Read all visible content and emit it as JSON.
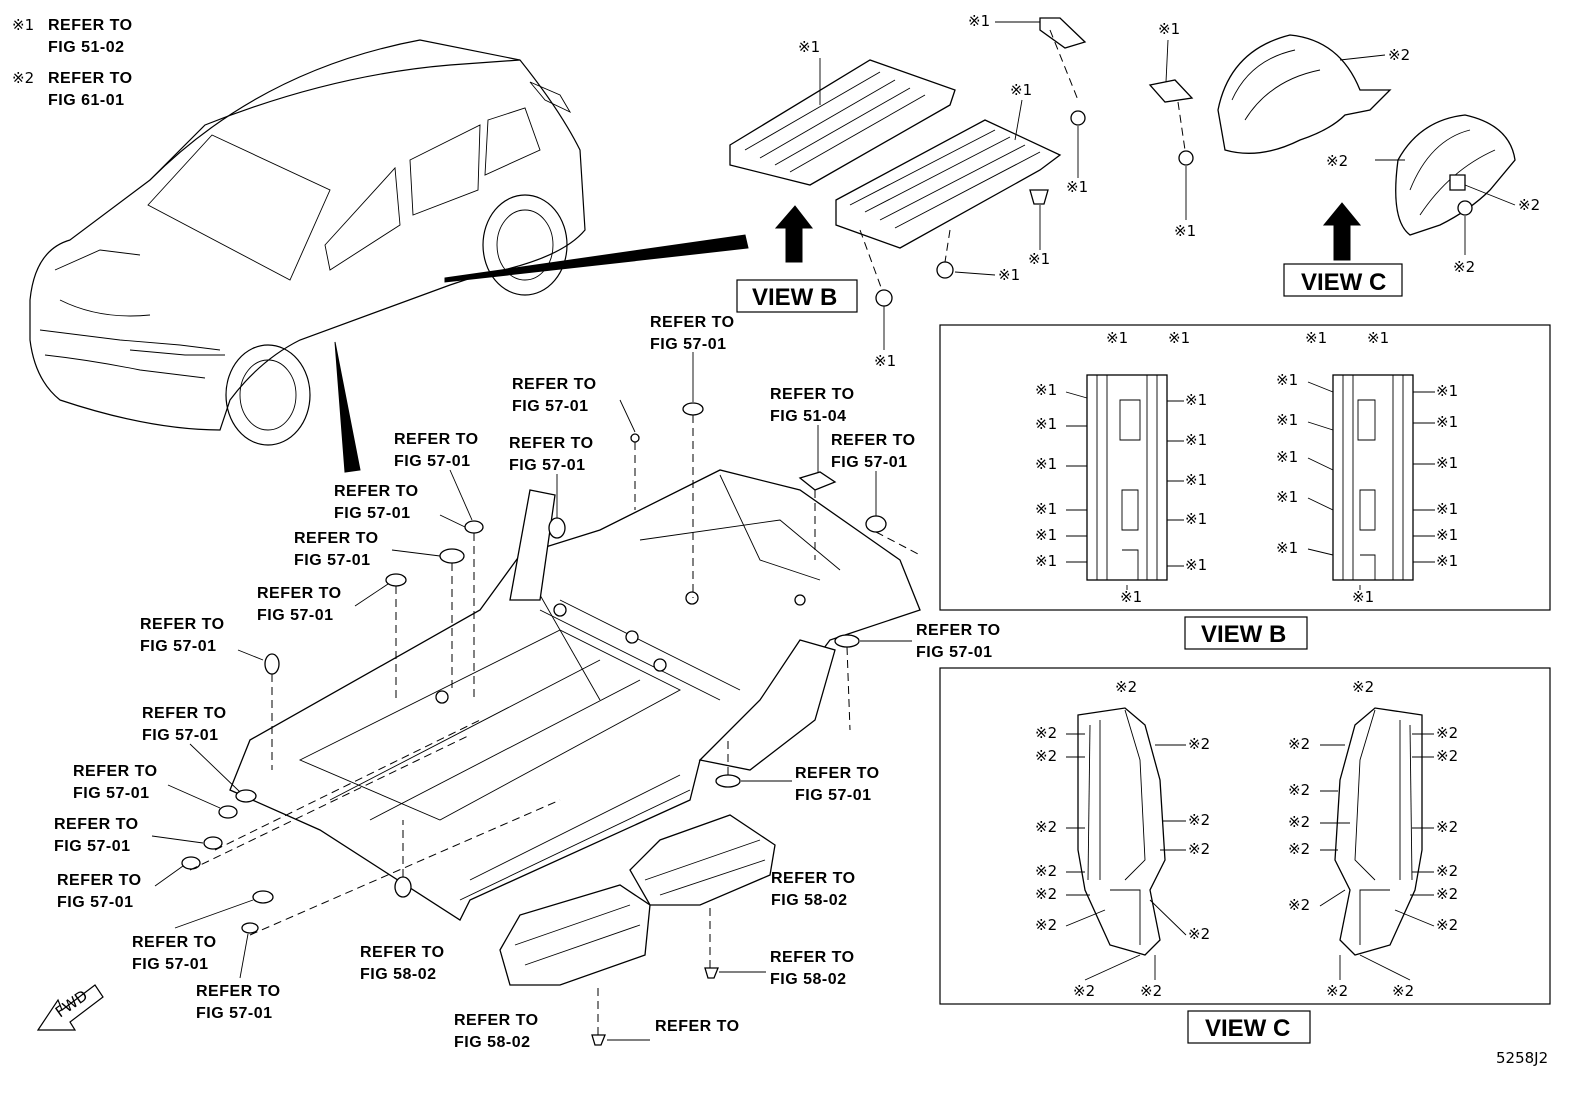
{
  "notes": [
    {
      "mark": "※1",
      "text": "REFER TO",
      "ref": "FIG 51-02"
    },
    {
      "mark": "※2",
      "text": "REFER TO",
      "ref": "FIG 61-01"
    }
  ],
  "refer_to": "REFER TO",
  "callouts": [
    {
      "id": "c1",
      "ref": "FIG 57-01"
    },
    {
      "id": "c2",
      "ref": "FIG 57-01"
    },
    {
      "id": "c3",
      "ref": "FIG 51-04"
    },
    {
      "id": "c4",
      "ref": "FIG 57-01"
    },
    {
      "id": "c5",
      "ref": "FIG 57-01"
    },
    {
      "id": "c6",
      "ref": "FIG 57-01"
    },
    {
      "id": "c7",
      "ref": "FIG 57-01"
    },
    {
      "id": "c8",
      "ref": "FIG 57-01"
    },
    {
      "id": "c9",
      "ref": "FIG 57-01"
    },
    {
      "id": "c10",
      "ref": "FIG 57-01"
    },
    {
      "id": "c11",
      "ref": "FIG 57-01"
    },
    {
      "id": "c12",
      "ref": "FIG 57-01"
    },
    {
      "id": "c13",
      "ref": "FIG 57-01"
    },
    {
      "id": "c14",
      "ref": "FIG 57-01"
    },
    {
      "id": "c15",
      "ref": "FIG 57-01"
    },
    {
      "id": "c16",
      "ref": "FIG 57-01"
    },
    {
      "id": "c17",
      "ref": "FIG 57-01"
    },
    {
      "id": "c18",
      "ref": "FIG 57-01"
    },
    {
      "id": "c19",
      "ref": "FIG 58-02"
    },
    {
      "id": "c20",
      "ref": "FIG 58-02"
    },
    {
      "id": "c21",
      "ref": "FIG 58-02"
    },
    {
      "id": "c22",
      "ref": "FIG 58-02"
    }
  ],
  "marks": {
    "m1": "※1",
    "m2": "※2"
  },
  "views": {
    "view_b": "VIEW B",
    "view_c": "VIEW C"
  },
  "fwd_label": "FWD",
  "diagram_code": "5258J2"
}
